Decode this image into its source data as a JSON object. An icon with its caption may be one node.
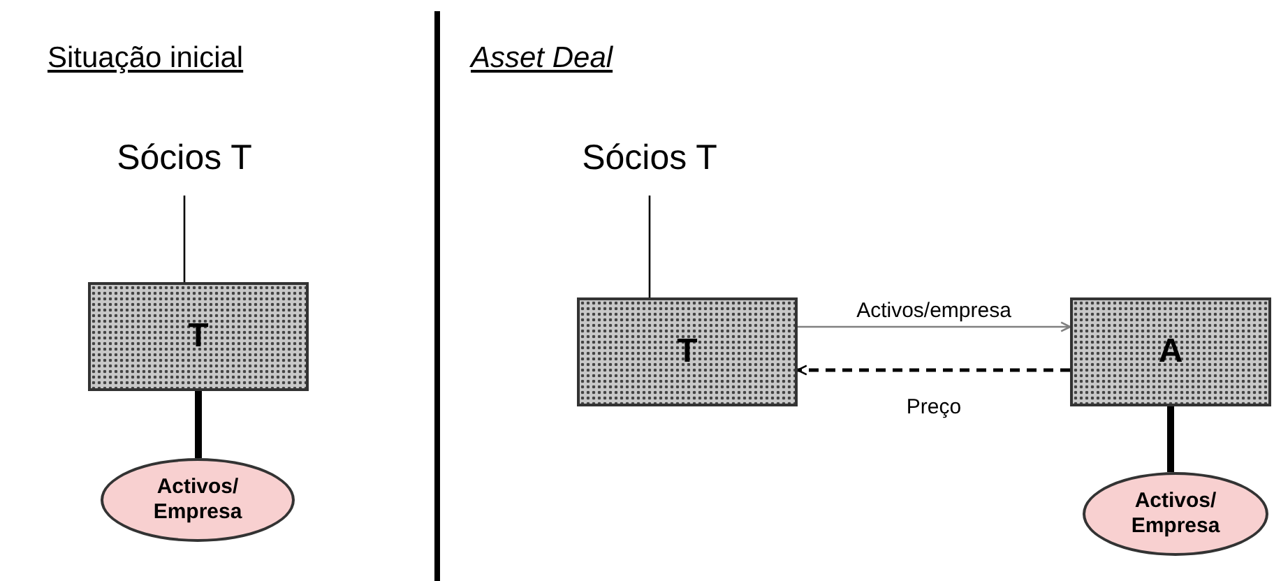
{
  "diagram": {
    "nodes": [
      {
        "text": [
          "Sócios T"
        ]
      },
      {
        "text": [
          "T"
        ]
      },
      {
        "text": [
          "Activos/ Empresa"
        ]
      },
      {
        "text": [
          "Sócios T"
        ]
      },
      {
        "text": [
          "T"
        ]
      },
      {
        "text": [
          "A"
        ]
      },
      {
        "text": [
          "Activos/ Empresa"
        ]
      }
    ],
    "edges": [
      {
        "from": 0,
        "to": 1,
        "arrow": "none"
      },
      {
        "from": 1,
        "to": 2,
        "arrow": "none",
        "style": "thick"
      },
      {
        "from": 3,
        "to": 4,
        "arrow": "none"
      },
      {
        "from": 4,
        "to": 5,
        "arrow": "to",
        "label": "Activos/empresa",
        "color": "#808080"
      },
      {
        "from": 5,
        "to": 4,
        "arrow": "to",
        "label": "Preço",
        "style": "dashed"
      },
      {
        "from": 5,
        "to": 6,
        "arrow": "none",
        "style": "thick"
      }
    ],
    "labels": [
      "Situação inicial",
      "Asset Deal"
    ]
  }
}
